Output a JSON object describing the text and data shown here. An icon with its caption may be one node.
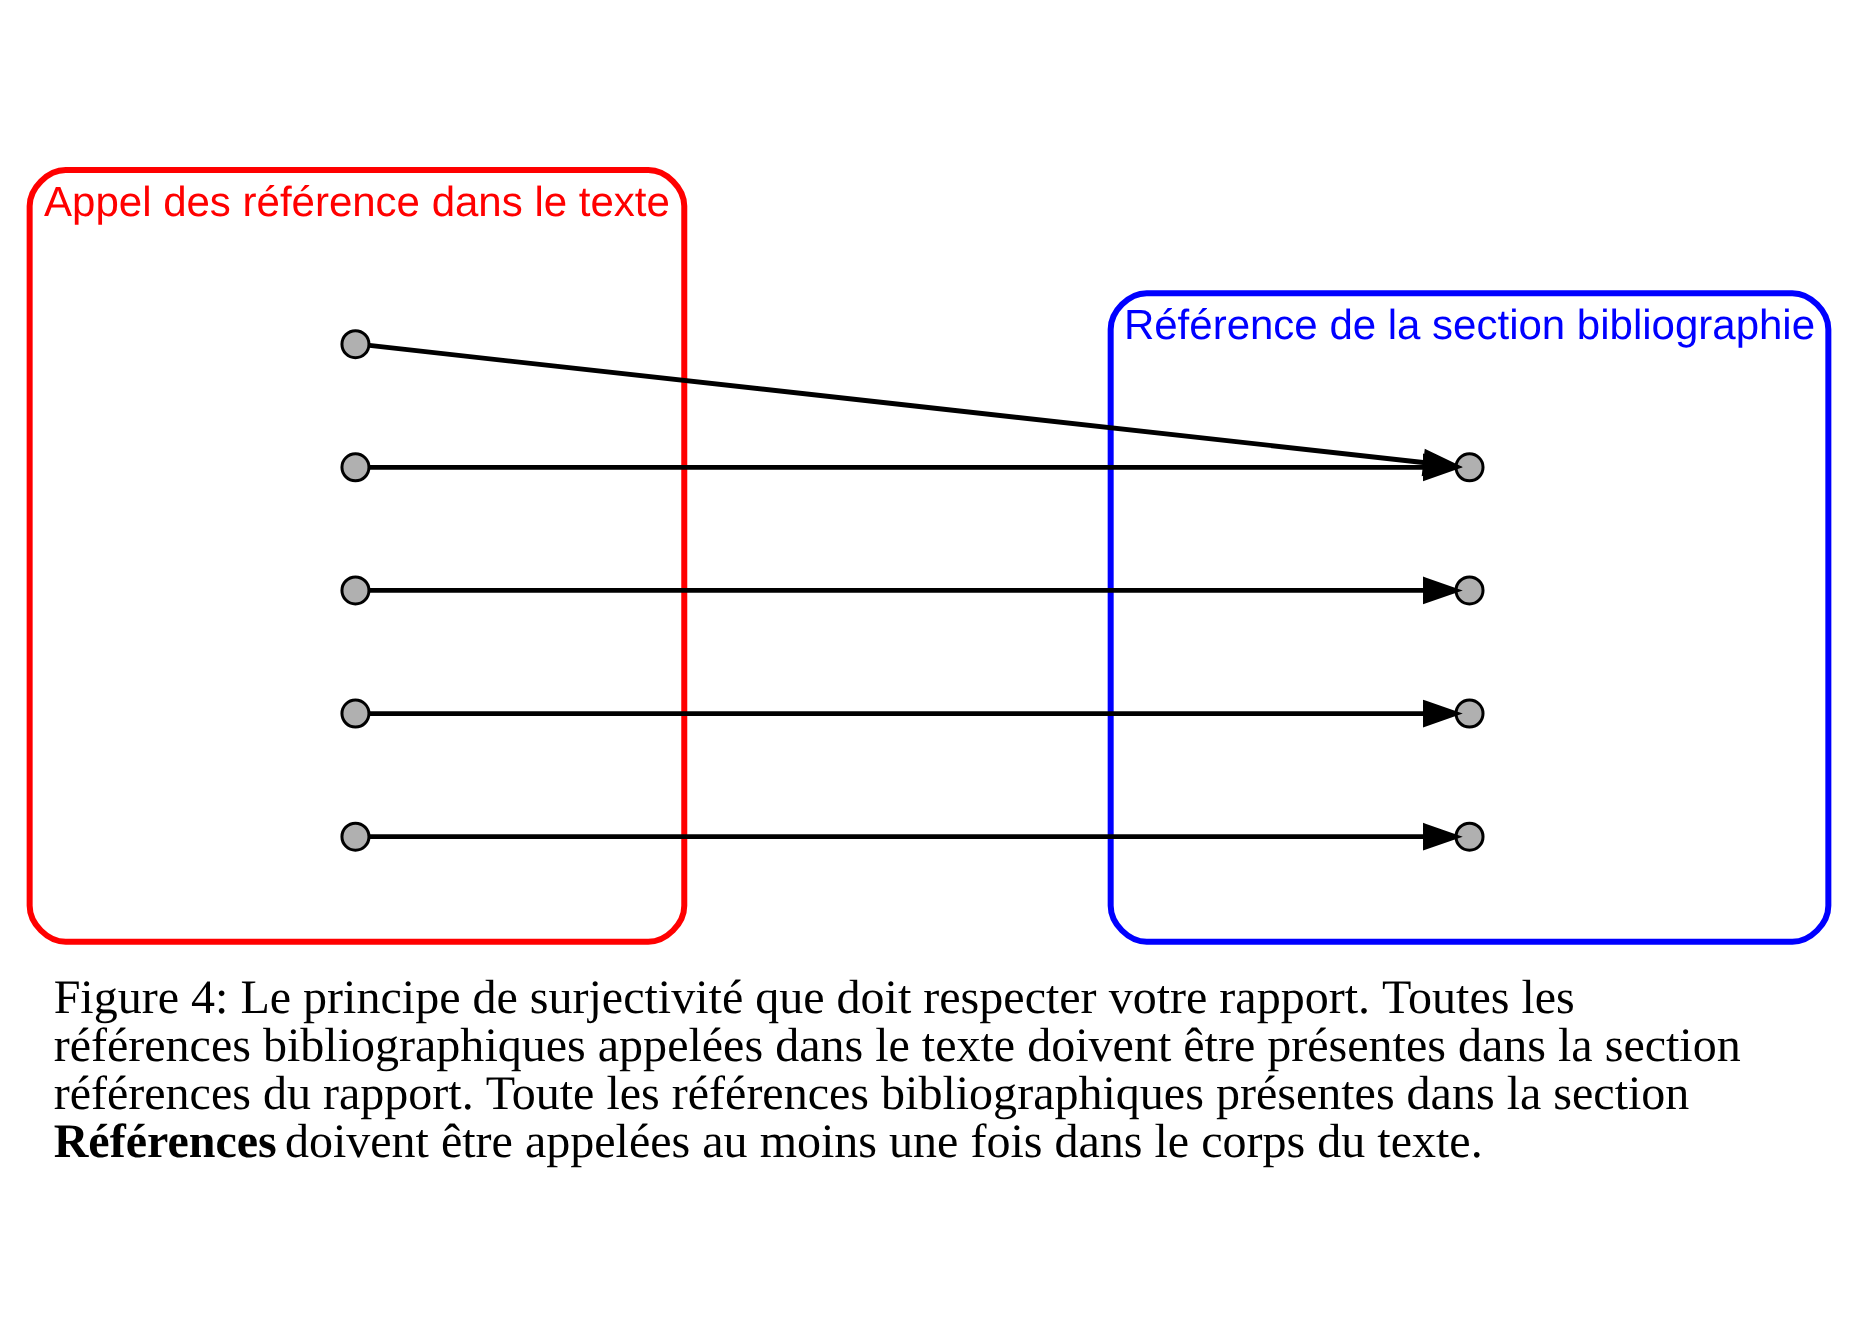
{
  "diagram": {
    "caption": "Figure 4: Le principe de surjectivité que doit respecter votre rapport. Toutes les références bibliographiques appelées dans le texte doivent être présentes dans la section références du rapport. Toute les références bibliographiques présentes dans la section **Références** doivent être appelées au moins une fois dans le corps du texte.",
    "nodes": [
      {
        "text": [
          "Appel des référence dans le texte"
        ]
      },
      {
        "text": [],
        "shape": "circle",
        "in": 0
      },
      {
        "text": [],
        "shape": "circle",
        "in": 0
      },
      {
        "text": [],
        "shape": "circle",
        "in": 0
      },
      {
        "text": [],
        "shape": "circle",
        "in": 0
      },
      {
        "text": [],
        "shape": "circle",
        "in": 0
      },
      {
        "text": [
          "Référence de la section bibliographie"
        ]
      },
      {
        "text": [],
        "shape": "circle",
        "in": 6
      },
      {
        "text": [],
        "shape": "circle",
        "in": 6
      },
      {
        "text": [],
        "shape": "circle",
        "in": 6
      },
      {
        "text": [],
        "shape": "circle",
        "in": 6
      }
    ],
    "edges": [
      {
        "from": 1,
        "to": 7,
        "arrow": "to"
      },
      {
        "from": 2,
        "to": 7,
        "arrow": "to"
      },
      {
        "from": 3,
        "to": 8,
        "arrow": "to"
      },
      {
        "from": 4,
        "to": 9,
        "arrow": "to"
      },
      {
        "from": 5,
        "to": 10,
        "arrow": "to"
      }
    ]
  }
}
